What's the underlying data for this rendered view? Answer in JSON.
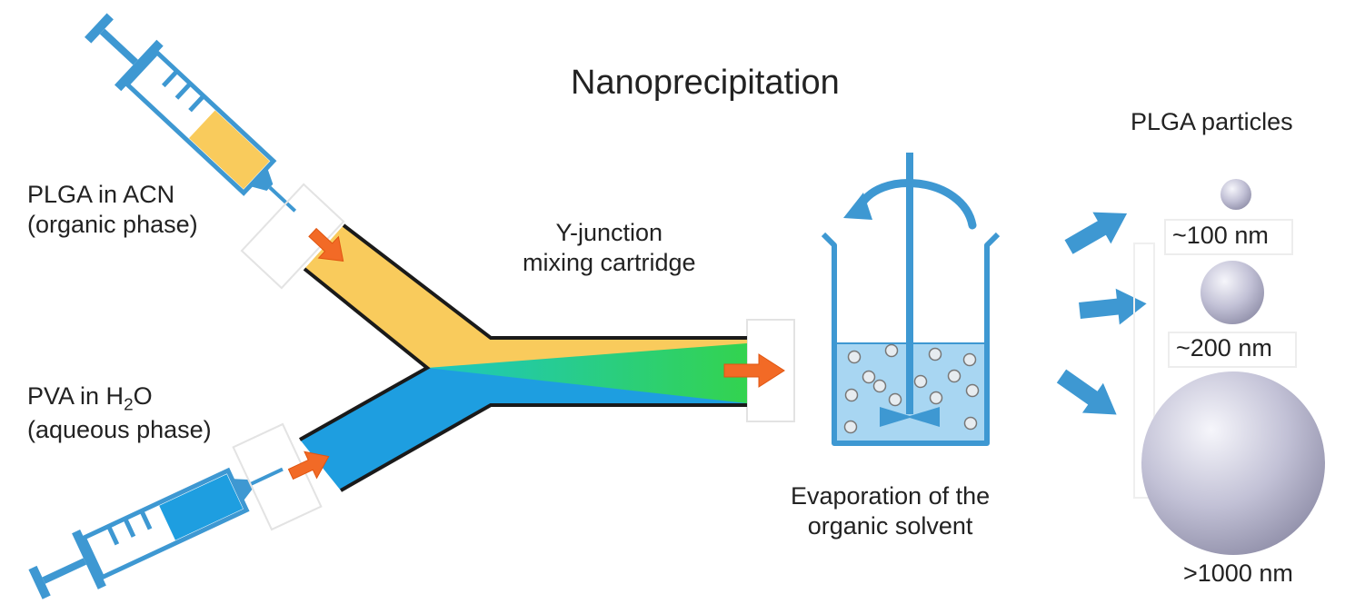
{
  "title": "Nanoprecipitation",
  "organic_phase": {
    "line1": "PLGA in ACN",
    "line2": "(organic phase)"
  },
  "aqueous_phase": {
    "line1_pre": "PVA in H",
    "line1_sub": "2",
    "line1_post": "O",
    "line2": "(aqueous phase)"
  },
  "mixer": {
    "line1": "Y-junction",
    "line2": "mixing cartridge"
  },
  "evaporation": {
    "line1": "Evaporation of the",
    "line2": "organic solvent"
  },
  "particles": {
    "heading": "PLGA particles",
    "sizes": [
      "~100 nm",
      "~200 nm",
      ">1000 nm"
    ]
  },
  "colors": {
    "organic": "#f9cb5c",
    "aqueous": "#1e9ee0",
    "mix": "#30d25a",
    "arrow_orange": "#f26a26",
    "arrow_blue": "#3e98d2",
    "outline": "#1a1a1a",
    "sphere": "#b8b8cf"
  }
}
